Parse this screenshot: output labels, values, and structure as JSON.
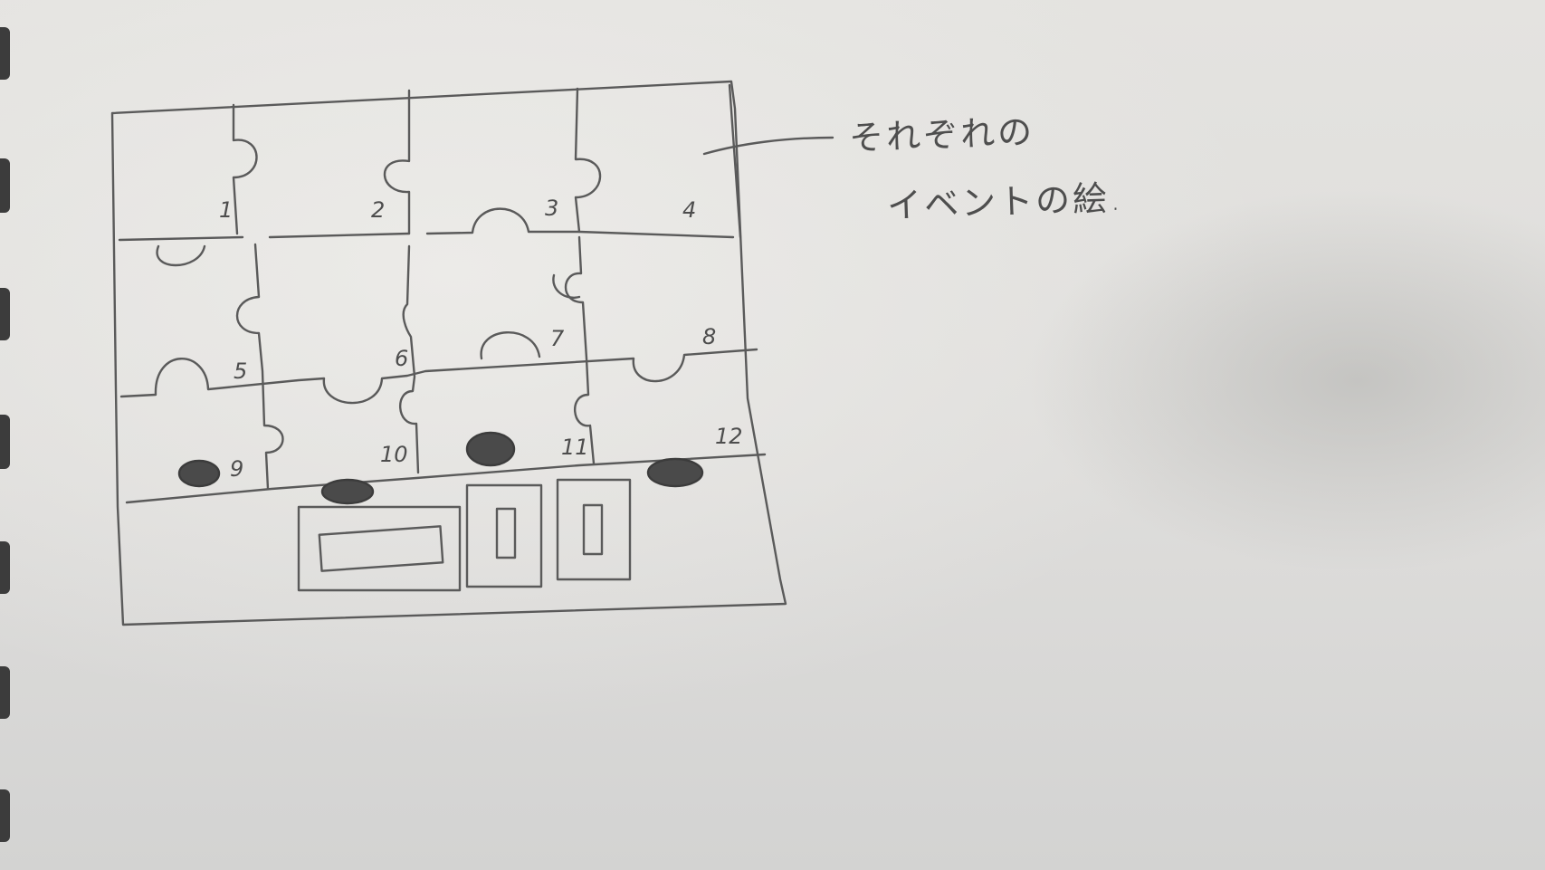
{
  "annotation": {
    "line1": "それぞれの",
    "line2": "イベントの絵."
  },
  "puzzle": {
    "piece_numbers": [
      "1",
      "2",
      "3",
      "4",
      "5",
      "6",
      "7",
      "8",
      "9",
      "10",
      "11",
      "12"
    ]
  },
  "colors": {
    "paper": "#e4e3e0",
    "pencil": "#5a5a5a"
  }
}
